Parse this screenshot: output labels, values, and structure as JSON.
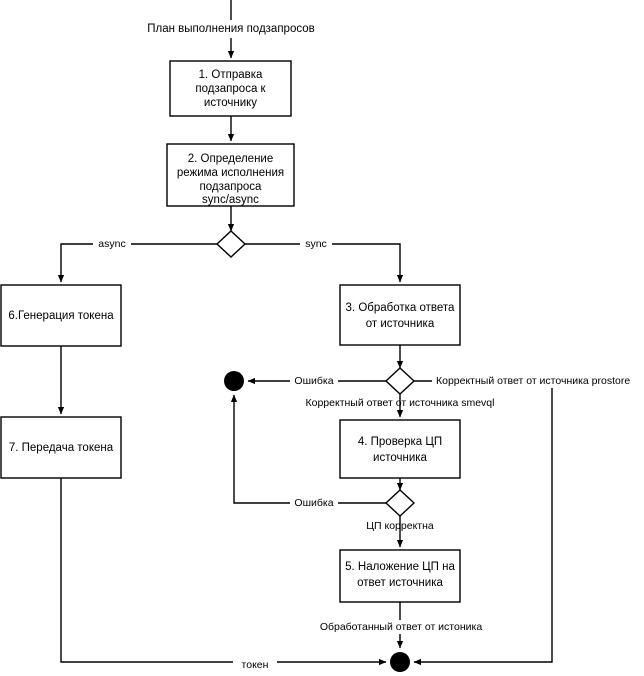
{
  "diagram": {
    "title": "План выполнения подзапросов",
    "colors": {
      "stroke": "#000000",
      "fill": "#ffffff",
      "terminal": "#000000"
    },
    "nodes": [
      {
        "id": "n1",
        "label_line1": "1. Отправка",
        "label_line2": "подзапроса к",
        "label_line3": "источнику"
      },
      {
        "id": "n2",
        "label_line1": "2. Определение",
        "label_line2": "режима исполнения",
        "label_line3": "подзапроса",
        "label_line4": "sync/async"
      },
      {
        "id": "n6",
        "label_line1": "6.Генерация токена"
      },
      {
        "id": "n7",
        "label_line1": "7. Передача токена"
      },
      {
        "id": "n3",
        "label_line1": "3. Обработка ответа",
        "label_line2": "от источника"
      },
      {
        "id": "n4",
        "label_line1": "4. Проверка ЦП",
        "label_line2": "источника"
      },
      {
        "id": "n5",
        "label_line1": "5. Наложение ЦП на",
        "label_line2": "ответ источника"
      }
    ],
    "edge_labels": {
      "async": "async",
      "sync": "sync",
      "error_1": "Ошибка",
      "correct_prostore": "Корректный ответ от источника prostore",
      "correct_smevql": "Корректный ответ от источника smevql",
      "error_2": "Ошибка",
      "sign_ok": "ЦП корректна",
      "processed_response": "Обработанный ответ от истоника",
      "token": "токен"
    }
  }
}
